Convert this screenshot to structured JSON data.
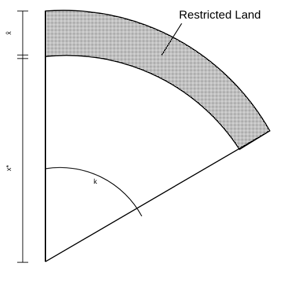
{
  "diagram": {
    "labels": {
      "restricted_land": "Restricted Land",
      "x_hat": "x̂",
      "x_star": "x*",
      "k": "k"
    },
    "colors": {
      "line": "#000000",
      "hatch_dot": "#000000",
      "background": "#ffffff"
    }
  }
}
